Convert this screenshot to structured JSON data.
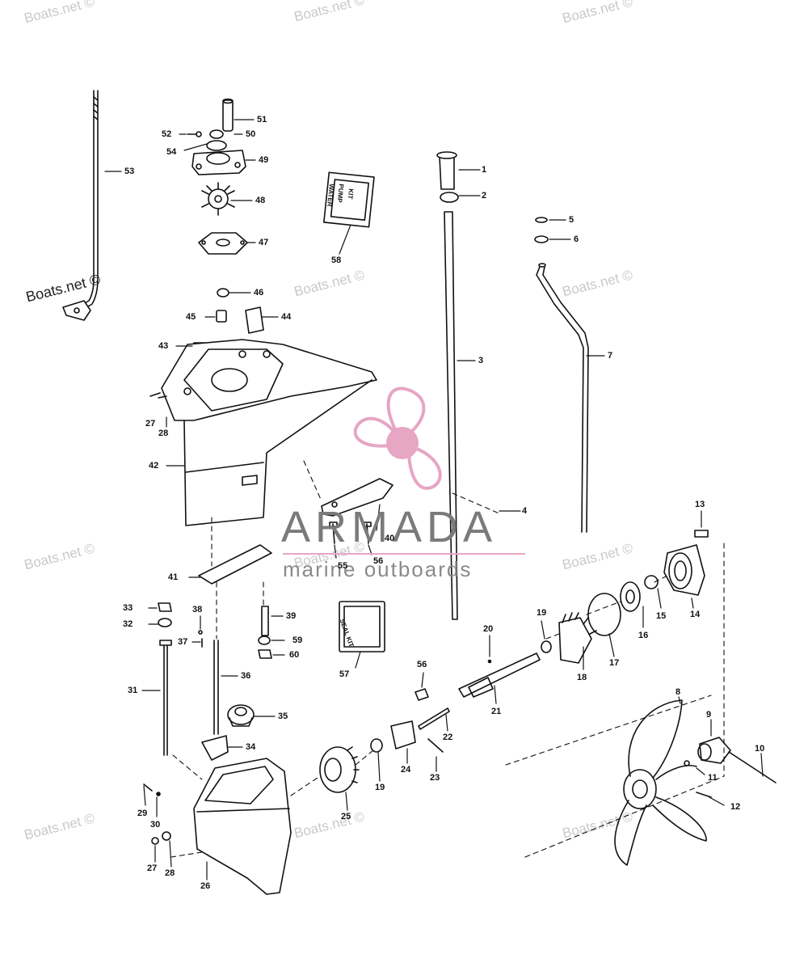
{
  "watermark": {
    "text": "Boats.net ©"
  },
  "brand": {
    "name": "ARMADA",
    "tagline": "marine outboards"
  },
  "kits": {
    "water_pump": {
      "line1": "WATER",
      "line2": "PUMP",
      "line3": "KIT"
    },
    "seal": {
      "line1": "SEAL",
      "line2": "KIT"
    }
  },
  "callouts": {
    "c1": "1",
    "c2": "2",
    "c3": "3",
    "c4": "4",
    "c5": "5",
    "c6": "6",
    "c7": "7",
    "c8": "8",
    "c9": "9",
    "c10": "10",
    "c11": "11",
    "c12": "12",
    "c13": "13",
    "c14": "14",
    "c15": "15",
    "c16": "16",
    "c17": "17",
    "c18": "18",
    "c19a": "19",
    "c19b": "19",
    "c20": "20",
    "c21": "21",
    "c22": "22",
    "c23": "23",
    "c24": "24",
    "c25": "25",
    "c26": "26",
    "c27a": "27",
    "c28a": "28",
    "c27b": "27",
    "c28b": "28",
    "c29": "29",
    "c30": "30",
    "c31": "31",
    "c32": "32",
    "c33": "33",
    "c34": "34",
    "c35": "35",
    "c36": "36",
    "c37": "37",
    "c38": "38",
    "c39": "39",
    "c40": "40",
    "c41": "41",
    "c42": "42",
    "c43": "43",
    "c44": "44",
    "c45": "45",
    "c46": "46",
    "c47": "47",
    "c48": "48",
    "c49": "49",
    "c50": "50",
    "c51": "51",
    "c52": "52",
    "c53": "53",
    "c54": "54",
    "c55": "55",
    "c56a": "56",
    "c56b": "56",
    "c57": "57",
    "c58": "58",
    "c59": "59",
    "c60": "60"
  }
}
